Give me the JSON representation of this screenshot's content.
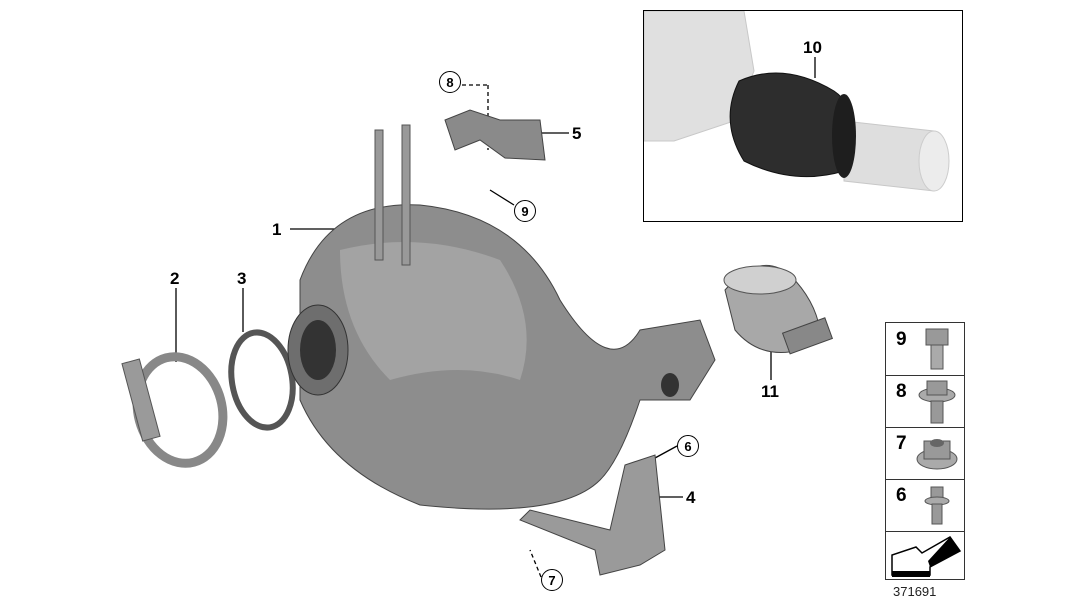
{
  "diagram": {
    "callouts": {
      "c1": "1",
      "c2": "2",
      "c3": "3",
      "c4": "4",
      "c5": "5",
      "c6": "6",
      "c7": "7",
      "c8": "8",
      "c9": "9",
      "c10": "10",
      "c11": "11"
    },
    "legend": [
      {
        "number": "9",
        "part": "hex-flange-bolt"
      },
      {
        "number": "8",
        "part": "hex-flange-bolt-large"
      },
      {
        "number": "7",
        "part": "hex-flange-nut"
      },
      {
        "number": "6",
        "part": "torx-bolt"
      }
    ],
    "document_number": "371691",
    "colors": {
      "part_grey": "#8a8a8a",
      "dark_grey": "#4a4a4a",
      "inset_black": "#2a2a2a",
      "ghost_grey": "#d8d8d8"
    }
  }
}
